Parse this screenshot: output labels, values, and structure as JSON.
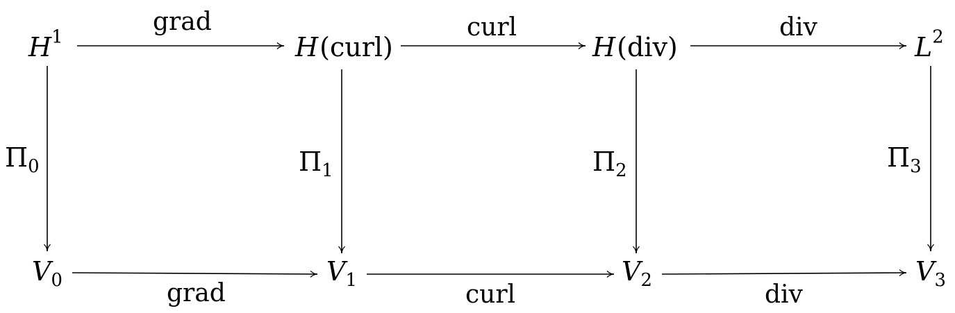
{
  "diagram": {
    "top_row": [
      {
        "base": "H",
        "sup": "1"
      },
      {
        "base": "H",
        "paren": "(curl)"
      },
      {
        "base": "H",
        "paren": "(div)"
      },
      {
        "base": "L",
        "sup": "2"
      }
    ],
    "bottom_row": [
      {
        "base": "V",
        "sub": "0"
      },
      {
        "base": "V",
        "sub": "1"
      },
      {
        "base": "V",
        "sub": "2"
      },
      {
        "base": "V",
        "sub": "3"
      }
    ],
    "top_arrows": [
      "grad",
      "curl",
      "div"
    ],
    "bottom_arrows": [
      "grad",
      "curl",
      "div"
    ],
    "projections": [
      {
        "base": "Π",
        "sub": "0"
      },
      {
        "base": "Π",
        "sub": "1"
      },
      {
        "base": "Π",
        "sub": "2"
      },
      {
        "base": "Π",
        "sub": "3"
      }
    ],
    "colors": {
      "ink": "#000000",
      "background": "#ffffff"
    }
  }
}
